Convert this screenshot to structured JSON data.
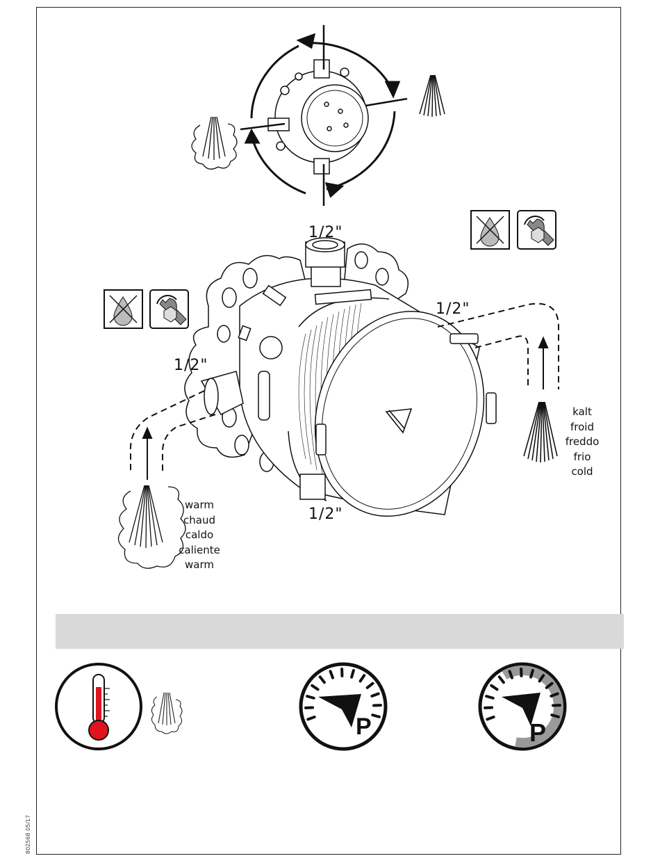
{
  "labels": {
    "top_inlet": "1/2\"",
    "right_inlet": "1/2\"",
    "left_inlet": "1/2\"",
    "bottom_outlet": "1/2\""
  },
  "warm_labels": [
    "warm",
    "chaud",
    "caldo",
    "caliente",
    "warm"
  ],
  "cold_labels": [
    "kalt",
    "froid",
    "freddo",
    "frio",
    "cold"
  ],
  "document_code": "802568 05/17",
  "icons": {
    "no_water_left": "no-water-icon",
    "wrench_left": "wrench-icon",
    "no_water_right": "no-water-icon",
    "wrench_right": "wrench-icon",
    "thermometer": "thermometer-icon",
    "hot_spray": "hot-water-spray-icon",
    "pressure_low": "pressure-gauge-low-icon",
    "pressure_high": "pressure-gauge-high-icon",
    "rotate_arrows": "rotation-arrows-icon"
  },
  "colors": {
    "thermometer_fill": "#e0141e",
    "bar_gray": "#d9d9d9",
    "line": "#111111"
  }
}
